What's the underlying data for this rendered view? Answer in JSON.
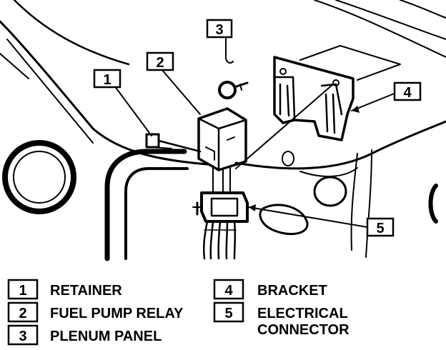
{
  "callouts": [
    {
      "number": "1"
    },
    {
      "number": "2"
    },
    {
      "number": "3"
    },
    {
      "number": "4"
    },
    {
      "number": "5"
    }
  ],
  "legend": [
    {
      "number": "1",
      "label": "RETAINER"
    },
    {
      "number": "2",
      "label": "FUEL PUMP RELAY"
    },
    {
      "number": "3",
      "label": "PLENUM PANEL"
    },
    {
      "number": "4",
      "label": "BRACKET"
    },
    {
      "number": "5",
      "label_line1": "ELECTRICAL",
      "label_line2": "CONNECTOR"
    }
  ]
}
